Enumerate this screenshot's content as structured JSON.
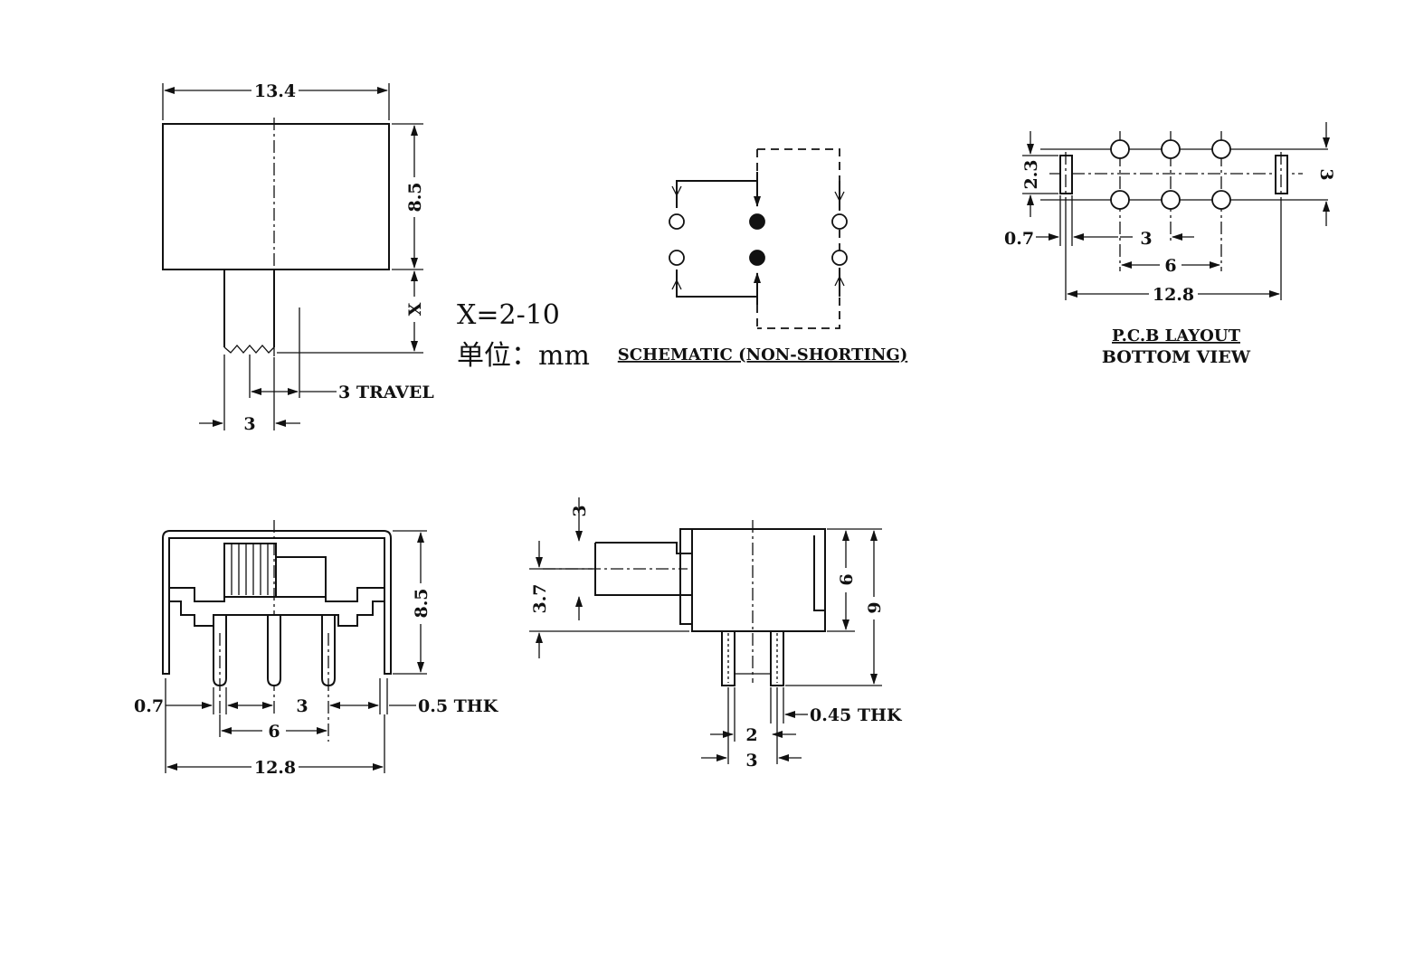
{
  "top_view": {
    "width_label": "13.4",
    "height_label": "8.5",
    "x_label": "X",
    "travel_label": "3 TRAVEL",
    "actuator_width_label": "3"
  },
  "units_note": {
    "x_range": "X=2-10",
    "unit_line": "单位：mm"
  },
  "schematic": {
    "caption": "SCHEMATIC (NON-SHORTING)"
  },
  "pcb_layout": {
    "caption_line1": "P.C.B LAYOUT",
    "caption_line2": "BOTTOM VIEW",
    "row_spacing_label": "2.3",
    "slot_spacing_label": "3",
    "slot_width_label": "0.7",
    "pitch_label": "3",
    "span_label": "6",
    "total_label": "12.8"
  },
  "front_view": {
    "height_label": "8.5",
    "pin_width_label": "0.7",
    "pitch_label": "3",
    "thickness_label": "0.5 THK",
    "span_label": "6",
    "total_label": "12.8"
  },
  "side_view": {
    "top_label": "3",
    "actuator_label": "3.7",
    "body_label": "6",
    "total_label": "9",
    "thickness_label": "0.45 THK",
    "pin_spacing_label": "2",
    "pin_outer_label": "3"
  }
}
